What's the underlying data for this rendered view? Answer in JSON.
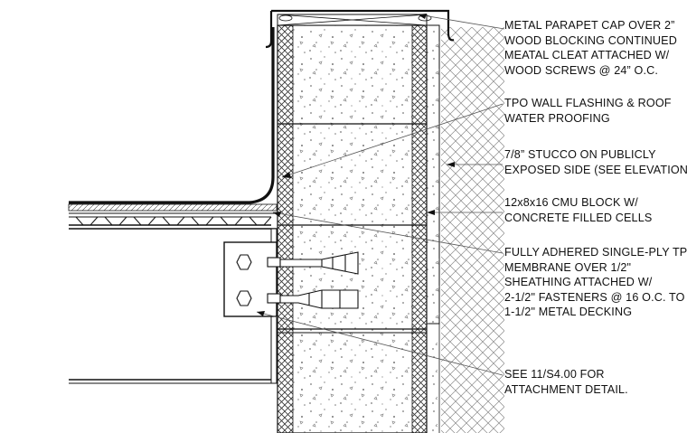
{
  "notes": [
    {
      "id": "parapet-cap",
      "lines": [
        "METAL PARAPET CAP OVER 2”",
        "WOOD BLOCKING CONTINUED",
        "MEATAL CLEAT ATTACHED W/",
        "WOOD SCREWS @ 24” O.C."
      ]
    },
    {
      "id": "tpo-wall-flashing",
      "lines": [
        "TPO WALL FLASHING & ROOF",
        "WATER PROOFING"
      ]
    },
    {
      "id": "stucco",
      "lines": [
        "7/8” STUCCO ON PUBLICLY",
        "EXPOSED SIDE (SEE ELEVATIONS)"
      ]
    },
    {
      "id": "cmu-block",
      "lines": [
        "12x8x16 CMU BLOCK W/",
        "CONCRETE FILLED CELLS"
      ]
    },
    {
      "id": "tpo-membrane",
      "lines": [
        "FULLY ADHERED SINGLE-PLY TPO",
        "MEMBRANE OVER 1/2\"",
        "SHEATHING ATTACHED W/",
        "2-1/2\" FASTENERS @ 16 O.C. TO",
        "1-1/2\" METAL DECKING"
      ]
    },
    {
      "id": "attachment-detail",
      "lines": [
        "SEE 11/S4.00 FOR",
        "ATTACHMENT DETAIL."
      ]
    }
  ],
  "colors": {
    "line": "#111111",
    "leader": "#555555",
    "hatch": "#8a8a8a",
    "concrete_dot": "#777777"
  }
}
